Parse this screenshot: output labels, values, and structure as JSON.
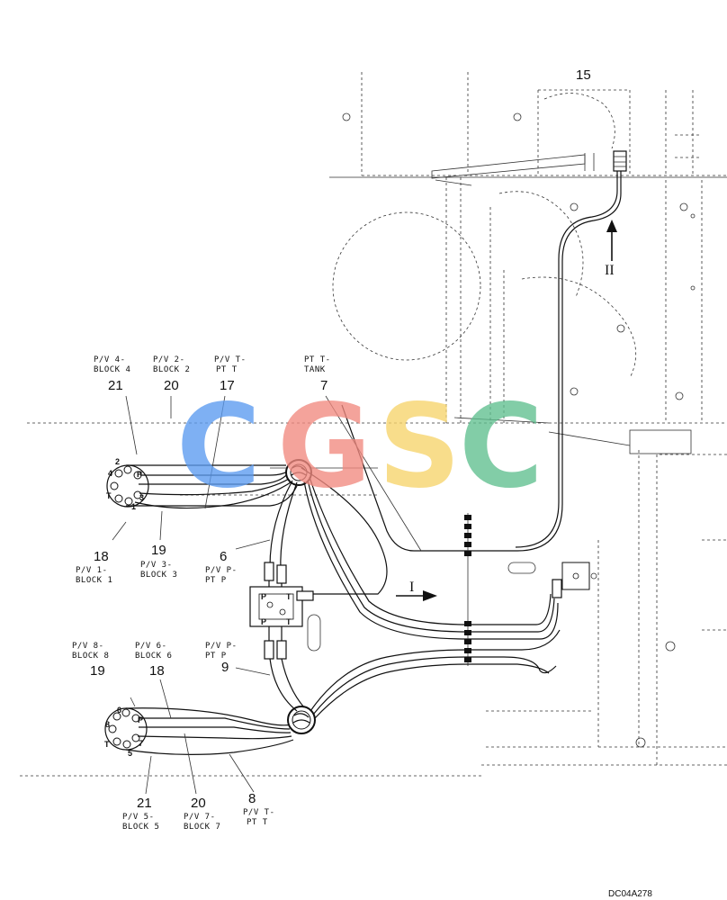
{
  "diagram": {
    "callouts": {
      "c15": "15",
      "c21a": "21",
      "c20a": "20",
      "c17": "17",
      "c7": "7",
      "c18a": "18",
      "c19a": "19",
      "c6": "6",
      "c19b": "19",
      "c18b": "18",
      "c9": "9",
      "c21b": "21",
      "c20b": "20",
      "c8": "8"
    },
    "labels": {
      "pv4_l1": "P/V 4-",
      "pv4_l2": "BLOCK 4",
      "pv2_l1": "P/V 2-",
      "pv2_l2": "BLOCK 2",
      "pvt1_l1": "P/V T-",
      "pvt1_l2": "PT T",
      "ptt_l1": "PT T-",
      "ptt_l2": "TANK",
      "pv1_l1": "P/V 1-",
      "pv1_l2": "BLOCK 1",
      "pv3_l1": "P/V 3-",
      "pv3_l2": "BLOCK 3",
      "pvp1_l1": "P/V P-",
      "pvp1_l2": "PT P",
      "pv8_l1": "P/V 8-",
      "pv8_l2": "BLOCK 8",
      "pv6_l1": "P/V 6-",
      "pv6_l2": "BLOCK 6",
      "pvp2_l1": "P/V P-",
      "pvp2_l2": "PT P",
      "pv5_l1": "P/V 5-",
      "pv5_l2": "BLOCK 5",
      "pv7_l1": "P/V 7-",
      "pv7_l2": "BLOCK 7",
      "pvt2_l1": "P/V T-",
      "pvt2_l2": "PT T"
    },
    "pins_top": {
      "p2": "2",
      "p4": "4",
      "pP": "P",
      "pT": "T",
      "p3": "3",
      "p1": "1"
    },
    "pins_bottom": {
      "p6": "6",
      "p8": "8",
      "pP": "P",
      "pT": "T",
      "p7": "7",
      "p5": "5"
    },
    "valve_ports": {
      "p1": "P",
      "t1": "T",
      "p2": "P",
      "t2": "T"
    },
    "view_markers": {
      "v1": "I",
      "v2": "II"
    },
    "drawing_code": "DC04A278"
  },
  "watermark": {
    "letters": [
      "C",
      "G",
      "S",
      "C"
    ],
    "colors": [
      "#5b9bf0",
      "#f28a80",
      "#f7d46b",
      "#5fbf8f"
    ]
  }
}
